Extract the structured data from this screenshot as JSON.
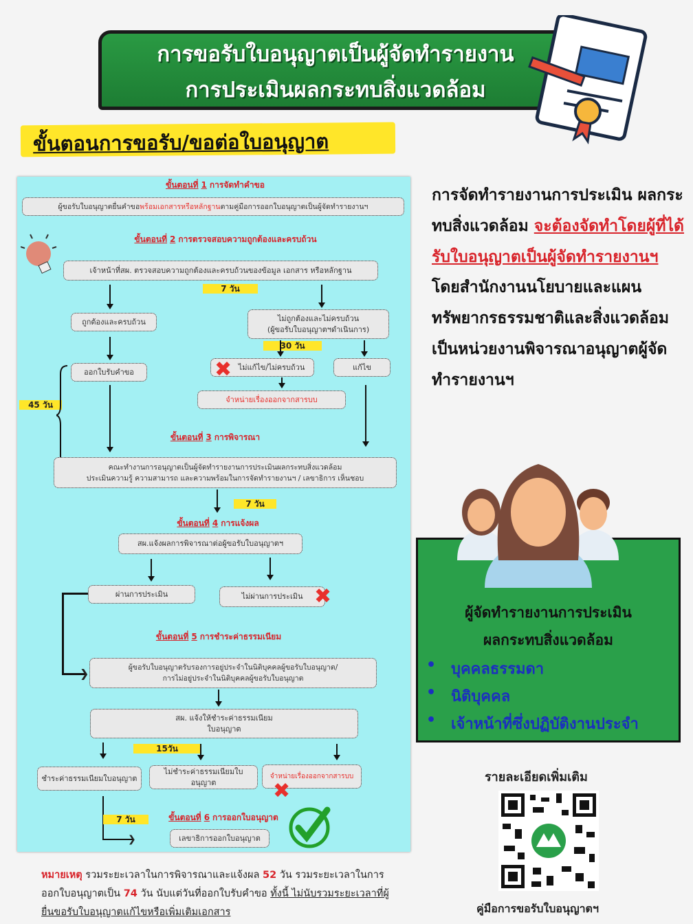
{
  "header": {
    "title_line1": "การขอรับใบอนุญาตเป็นผู้จัดทำรายงาน",
    "title_line2": "การประเมินผลกระทบสิ่งแวดล้อม",
    "subtitle": "ขั้นตอนการขอรับ/ขอต่อใบอนุญาต"
  },
  "flow": {
    "step_word": "ขั้นตอนที่",
    "step1": {
      "num": "1",
      "title": "การจัดทำคำขอ",
      "box_pre": "ผู้ขอรับใบอนุญาตยื่นคำขอ",
      "box_red": "พร้อมเอกสารหรือหลักฐาน",
      "box_post": "ตามคู่มือการออกใบอนุญาตเป็นผู้จัดทำรายงานฯ"
    },
    "step2": {
      "num": "2",
      "title": "การตรวจสอบความถูกต้องและครบถ้วน",
      "box": "เจ้าหน้าที่สผ. ตรวจสอบความถูกต้องและครบถ้วนของข้อมูล เอกสาร หรือหลักฐาน",
      "days": "7 วัน",
      "correct": "ถูกต้องและครบถ้วน",
      "incorrect_l1": "ไม่ถูกต้องและไม่ครบถ้วน",
      "incorrect_l2": "(ผู้ขอรับใบอนุญาตฯดำเนินการ)",
      "days30": "30 วัน",
      "receipt": "ออกใบรับคำขอ",
      "not_fixed": "ไม่แก้ไข/ไม่ครบถ้วน",
      "fixed": "แก้ไข",
      "dismiss": "จำหน่ายเรื่องออกจากสารบบ",
      "days45": "45 วัน"
    },
    "step3": {
      "num": "3",
      "title": "การพิจารณา",
      "box_l1": "คณะทำงานการอนุญาตเป็นผู้จัดทำรายงานการประเมินผลกระทบสิ่งแวดล้อม",
      "box_l2": "ประเมินความรู้ ความสามารถ และความพร้อมในการจัดทำรายงานฯ / เลขาธิการ เห็นชอบ",
      "days": "7 วัน"
    },
    "step4": {
      "num": "4",
      "title": "การแจ้งผล",
      "box": "สผ.แจ้งผลการพิจารณาต่อผู้ขอรับใบอนุญาตฯ",
      "pass": "ผ่านการประเมิน",
      "fail": "ไม่ผ่านการประเมิน"
    },
    "step5": {
      "num": "5",
      "title": "การชำระค่าธรรมเนียม",
      "box_l1": "ผู้ขอรับใบอนุญาตรับรองการอยู่ประจำในนิติบุคคลผู้ขอรับใบอนุญาต/",
      "box_l2": "การไม่อยู่ประจำในนิติบุคคลผู้ขอรับใบอนุญาต",
      "notify_l1": "สผ. แจ้งให้ชำระค่าธรรมเนียม",
      "notify_l2": "ใบอนุญาต",
      "days": "15วัน",
      "paid": "ชำระค่าธรรมเนียมใบอนุญาต",
      "unpaid": "ไม่ชำระค่าธรรมเนียมใบอนุญาต",
      "dismiss": "จำหน่ายเรื่องออกจากสารบบ"
    },
    "step6": {
      "num": "6",
      "title": "การออกใบอนุญาต",
      "days": "7 วัน",
      "box": "เลขาธิการออกใบอนุญาต"
    }
  },
  "right": {
    "p1": "การจัดทำรายงานการประเมิน ผลกระทบสิ่งแวดล้อม ",
    "p_link": "จะต้องจัดทำโดยผู้ที่ได้รับใบอนุญาตเป็นผู้จัดทำรายงานฯ ",
    "p2": "โดยสำนักงานนโยบายและแผนทรัพยากรธรรมชาติและสิ่งแวดล้อม เป็นหน่วยงานพิจารณาอนุญาตผู้จัดทำรายงานฯ"
  },
  "green_box": {
    "title_l1": "ผู้จัดทำรายงานการประเมิน",
    "title_l2": "ผลกระทบสิ่งแวดล้อม",
    "items": [
      "บุคคลธรรมดา",
      "นิติบุคคล",
      "เจ้าหน้าที่ซึ่งปฏิบัติงานประจำ"
    ]
  },
  "qr": {
    "heading": "รายละเอียดเพิ่มเติม",
    "caption": "คู่มือการขอรับใบอนุญาตฯ"
  },
  "note": {
    "label": "หมายเหตุ",
    "t1": " รวมระยะเวลาในการพิจารณาและแจ้งผล ",
    "n1": "52",
    "t2": " วัน รวมระยะเวลาในการออกใบอนุญาตเป็น ",
    "n2": "74",
    "t3": " วัน นับแต่วันที่ออกใบรับคำขอ ",
    "underlined": "ทั้งนี้ ไม่นับรวมระยะเวลาที่ผู้ยื่นขอรับใบอนุญาตแก้ไขหรือเพิ่มเติมเอกสาร"
  },
  "colors": {
    "green": "#2aa04a",
    "cyan": "#a3f0f3",
    "red": "#d8232a",
    "yellow": "#ffe629"
  }
}
